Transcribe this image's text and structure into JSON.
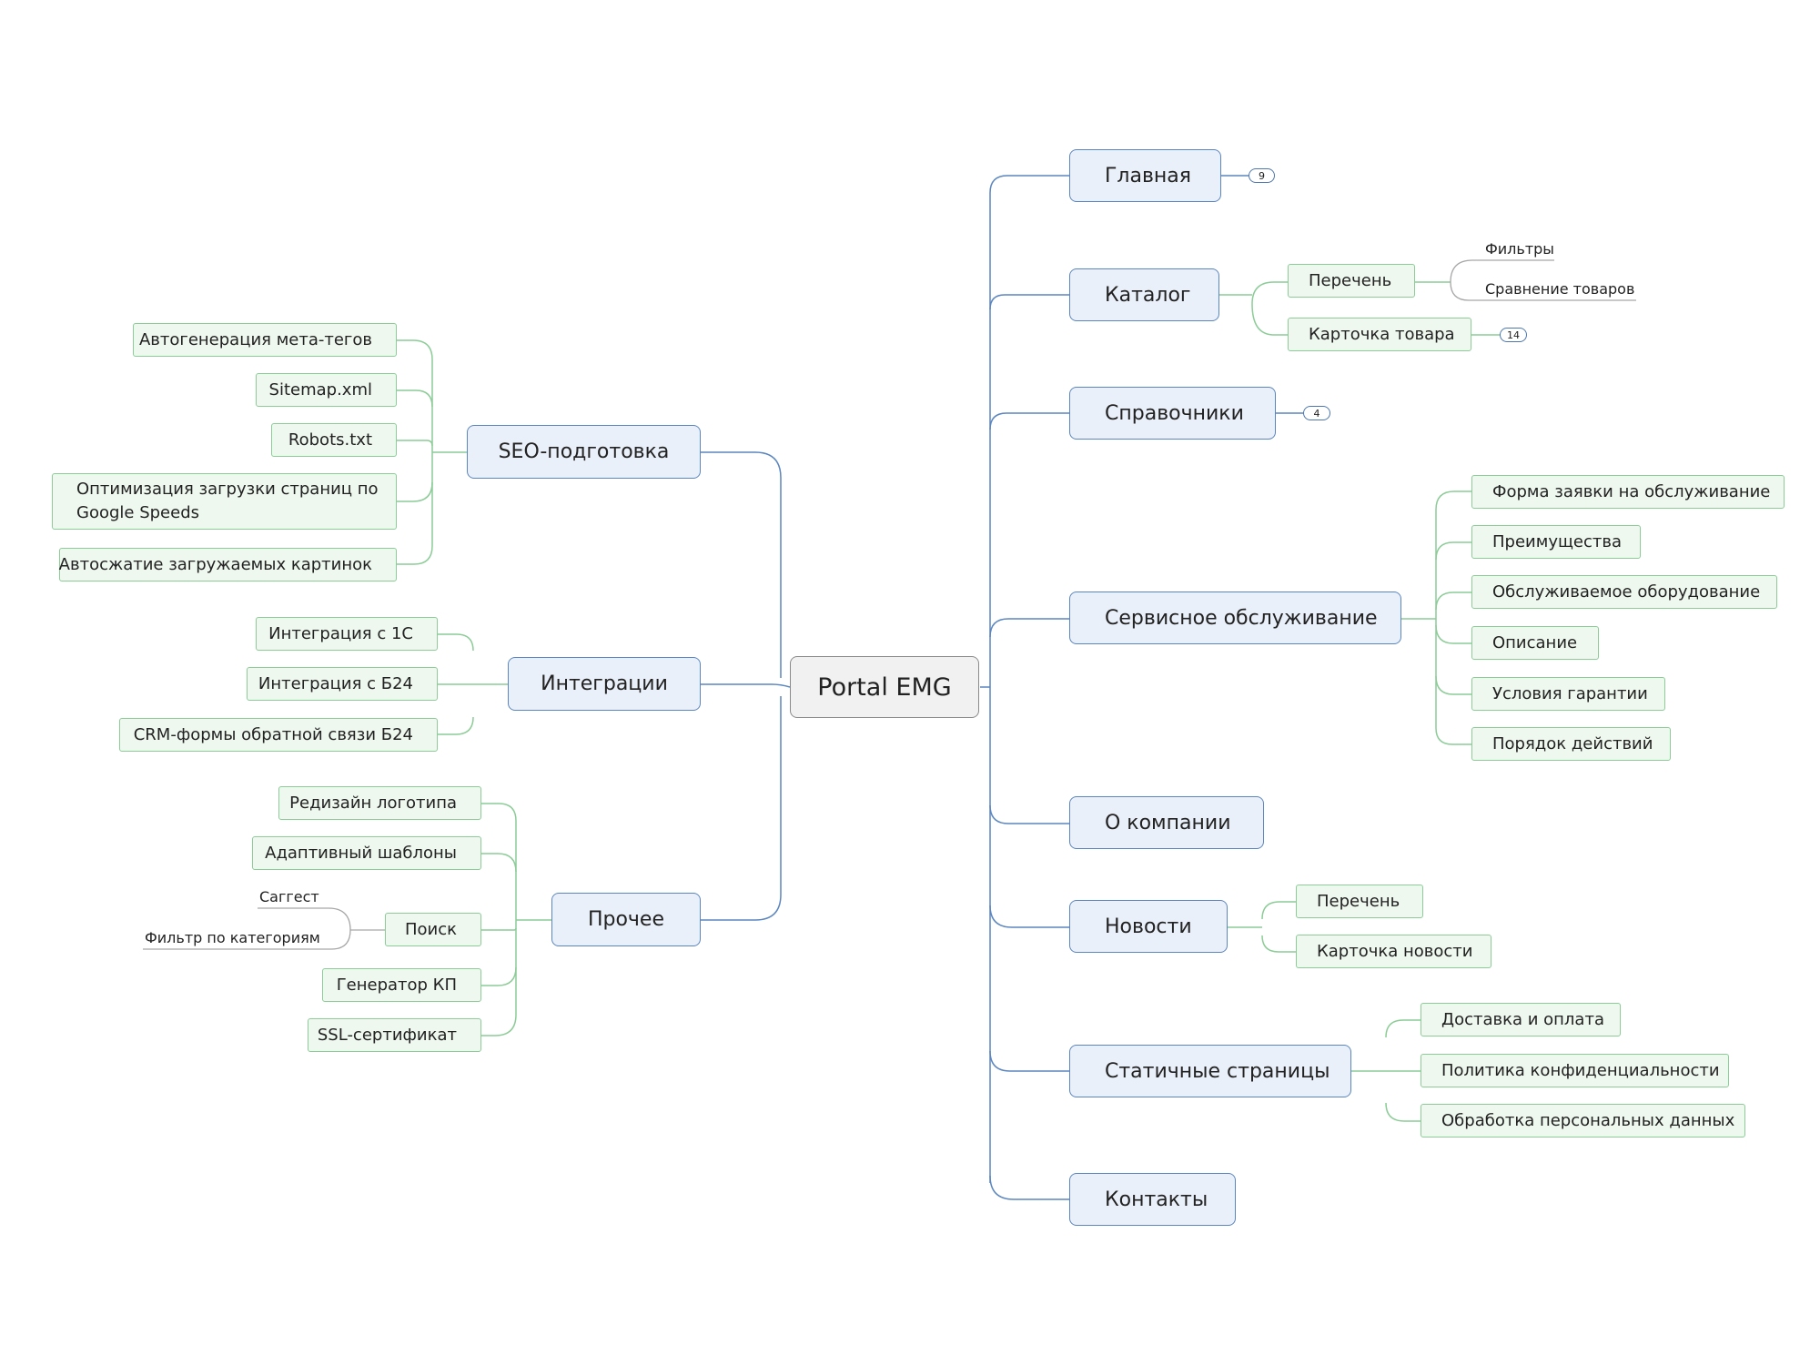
{
  "root": "Portal EMG",
  "right": {
    "glavnaya": {
      "label": "Главная",
      "badge": "9"
    },
    "katalog": {
      "label": "Каталог",
      "perechen": "Перечень",
      "filters": "Фильтры",
      "compare": "Сравнение товаров",
      "card": "Карточка товара",
      "card_badge": "14"
    },
    "spravochniki": {
      "label": "Справочники",
      "badge": "4"
    },
    "service": {
      "label": "Сервисное обслуживание",
      "items": [
        "Форма заявки на обслуживание",
        "Преимущества",
        "Обслуживаемое оборудование",
        "Описание",
        "Условия гарантии",
        "Порядок действий"
      ]
    },
    "about": {
      "label": "О компании"
    },
    "news": {
      "label": "Новости",
      "items": [
        "Перечень",
        "Карточка новости"
      ]
    },
    "static": {
      "label": "Статичные страницы",
      "items": [
        "Доставка и оплата",
        "Политика конфиденциальности",
        "Обработка персональных данных"
      ]
    },
    "contacts": {
      "label": "Контакты"
    }
  },
  "left": {
    "seo": {
      "label": "SEO-подготовка",
      "items": [
        "Автогенерация мета-тегов",
        "Sitemap.xml",
        "Robots.txt",
        "Оптимизация загрузки страниц по Google Speeds",
        "Автосжатие загружаемых картинок"
      ]
    },
    "integrations": {
      "label": "Интеграции",
      "items": [
        "Интеграция с 1С",
        "Интеграция с Б24",
        "CRM-формы обратной связи Б24"
      ]
    },
    "other": {
      "label": "Прочее",
      "items": [
        "Редизайн логотипа",
        "Адаптивный шаблоны",
        "Поиск",
        "Генератор КП",
        "SSL-сертификат"
      ],
      "search_leaves": [
        "Саггест",
        "Фильтр по категориям"
      ]
    }
  },
  "colors": {
    "main_border": "#5b86bf",
    "main_fill": "#eaf0f9",
    "sub_border": "#8ccc97",
    "sub_fill": "#eef8ef",
    "root_border": "#8a8a8a",
    "root_fill": "#f1f1f1"
  }
}
